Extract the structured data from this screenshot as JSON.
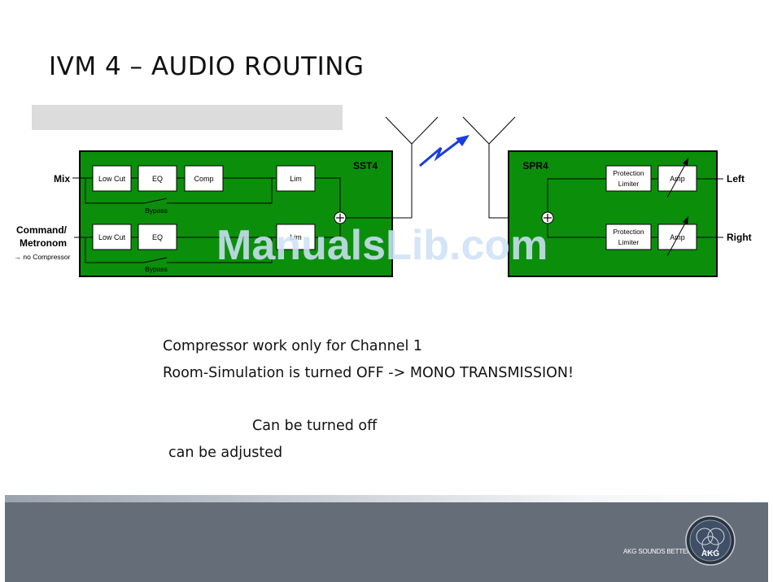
{
  "title": "IVM 4 – AUDIO ROUTING",
  "diagram": {
    "sst4": {
      "label": "SST4",
      "ch1": {
        "input": "Mix",
        "blocks": [
          "Low Cut",
          "EQ",
          "Comp",
          "Lim"
        ],
        "bypass": "Bypass"
      },
      "ch2": {
        "input_line1": "Command/",
        "input_line2": "Metronom",
        "input_note": "→ no Compressor",
        "blocks": [
          "Low Cut",
          "EQ",
          "Lim"
        ],
        "bypass": "Bypass"
      }
    },
    "spr4": {
      "label": "SPR4",
      "left": {
        "limiter_line1": "Protection",
        "limiter_line2": "Limiter",
        "amp": "Amp",
        "output": "Left"
      },
      "right": {
        "limiter_line1": "Protection",
        "limiter_line2": "Limiter",
        "amp": "Amp",
        "output": "Right"
      }
    },
    "colors": {
      "unit_fill": "#0b8f0b",
      "wireless_symbol": "#1a3de0"
    }
  },
  "notes": [
    "Compressor work only for Channel 1",
    "Room-Simulation is turned OFF -> MONO TRANSMISSION!",
    "Can be turned off",
    "can be adjusted"
  ],
  "watermark": "ManualsLib.com",
  "footer": {
    "slogan": "AKG SOUNDS BETTER",
    "logo_text": "AKG"
  }
}
